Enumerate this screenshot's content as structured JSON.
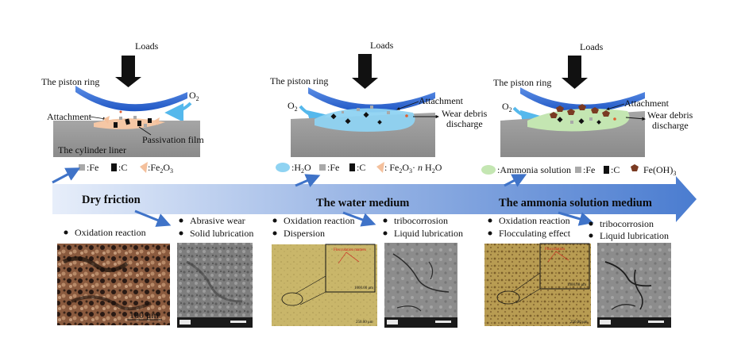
{
  "panels": [
    {
      "loads": "Loads",
      "ring": "The piston ring",
      "oxygen": "O",
      "oxygen_sub": "2",
      "attachment": "Attachment",
      "film": "Passivation film",
      "liner": "The cylinder liner",
      "legend": {
        "fe": ":Fe",
        "c": ":C",
        "fe2o3": ":Fe",
        "fe2o3_sub": "2",
        "fe2o3_o": "O",
        "fe2o3_sub2": "3"
      }
    },
    {
      "loads": "Loads",
      "ring": "The piston ring",
      "oxygen": "O",
      "oxygen_sub": "2",
      "attachment": "Attachment",
      "debris1": "Wear debris",
      "debris2": "discharge",
      "legend": {
        "h2o": ":H",
        "h2o_sub": "2",
        "h2o_o": "O",
        "fe": ":Fe",
        "c": ":C",
        "hyd_a": ": Fe",
        "hyd_sub1": "2",
        "hyd_b": "O",
        "hyd_sub2": "3",
        "hyd_c": "· ",
        "hyd_n": "n",
        "hyd_d": " H",
        "hyd_sub3": "2",
        "hyd_e": "O"
      }
    },
    {
      "loads": "Loads",
      "ring": "The piston ring",
      "oxygen": "O",
      "oxygen_sub": "2",
      "attachment": "Attachment",
      "debris1": "Wear debris",
      "debris2": "discharge",
      "legend": {
        "ammonia": ":Ammonia solution",
        "fe": ":Fe",
        "c": ":C",
        "feoh": "Fe(OH)",
        "feoh_sub": "3"
      }
    }
  ],
  "arrow_titles": [
    "Dry friction",
    "The water medium",
    "The ammonia solution medium"
  ],
  "bullets": [
    {
      "left": [
        "Oxidation reaction"
      ],
      "right": [
        "Abrasive wear",
        "Solid lubrication"
      ]
    },
    {
      "left": [
        "Oxidation reaction",
        "Dispersion"
      ],
      "right": [
        "tribocorrosion",
        "Liquid lubrication"
      ]
    },
    {
      "left": [
        "Oxidation reaction",
        "Flocculating effect"
      ],
      "right": [
        "tribocorrosion",
        "Liquid lubrication"
      ]
    }
  ],
  "micrographs": {
    "dry_scale": "100 μm",
    "water_inset_label": "Flocculation matters",
    "water_inset_scale": "1000.00 μm",
    "water_scale": "250.00 μm",
    "ammonia_inset_label": "Flocculation",
    "ammonia_inset_scale": "1000.00 μm",
    "ammonia_scale": "250.00 μm"
  },
  "colors": {
    "ring": "#2e6bd6",
    "liner": "#9a9a9a",
    "water": "#8fd3f2",
    "ammonia": "#c4e6b2",
    "film": "#f5c7a5",
    "arrow_start": "#dfe8f7",
    "arrow_end": "#4f7fcf",
    "fe": "#a9a9a9",
    "c": "#111111",
    "fe2o3": "#f4c09c",
    "feoh": "#7a3a22",
    "link_arrow": "#3f73c8"
  }
}
